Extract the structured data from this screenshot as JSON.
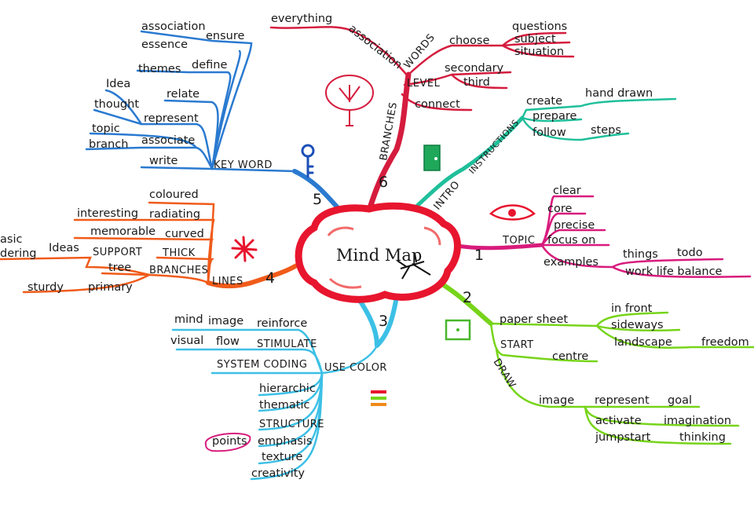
{
  "center": {
    "title": "Mind Map"
  },
  "colors": {
    "center": "#e8152e",
    "topic": "#d81b7c",
    "draw": "#77d41a",
    "color": "#3cc0e6",
    "lines": "#f05b1a",
    "keyword": "#2a7ad0",
    "branches": "#d51c3e",
    "intro": "#1fbf9a",
    "text": "#1a1a1a"
  },
  "branch_intro": {
    "number": "",
    "label": "INTRO",
    "sub": "INSTRUCTIONS",
    "create": "create",
    "hand_drawn": "hand drawn",
    "prepare": "prepare",
    "follow": "follow",
    "steps": "steps"
  },
  "branch_topic": {
    "number": "1",
    "label": "TOPIC",
    "clear": "clear",
    "core": "core",
    "precise": "precise",
    "focus_on": "focus on",
    "examples": "examples",
    "things": "things",
    "todo": "todo",
    "work_life_balance": "work life balance"
  },
  "branch_draw": {
    "number": "2",
    "paper_sheet": "paper sheet",
    "in_front": "in front",
    "sideways": "sideways",
    "landscape": "landscape",
    "freedom": "freedom",
    "start": "START",
    "centre": "centre",
    "draw": "DRAW",
    "image": "image",
    "represent": "represent",
    "goal": "goal",
    "activate": "activate",
    "imagination": "imagination",
    "jumpstart": "jumpstart",
    "thinking": "thinking"
  },
  "branch_color": {
    "number": "3",
    "use_color": "USE COLOR",
    "mind": "mind",
    "image": "image",
    "reinforce": "reinforce",
    "visual": "visual",
    "flow": "flow",
    "stimulate": "STIMULATE",
    "system_coding": "SYSTEM CODING",
    "hierarchic": "hierarchic",
    "thematic": "thematic",
    "structure": "STRUCTURE",
    "points": "points",
    "emphasis": "emphasis",
    "texture": "texture",
    "creativity": "creativity"
  },
  "branch_lines": {
    "number": "4",
    "lines": "LINES",
    "coloured": "coloured",
    "interesting": "interesting",
    "radiating": "radiating",
    "memorable": "memorable",
    "curved": "curved",
    "thick": "THICK",
    "branches": "BRANCHES",
    "tree": "tree",
    "support": "SUPPORT",
    "ideas": "Ideas",
    "basic": "asic",
    "ordering": "dering",
    "primary": "primary",
    "sturdy": "sturdy"
  },
  "branch_keyword": {
    "number": "5",
    "key_word": "KEY WORD",
    "write": "write",
    "associate": "associate",
    "topic": "topic",
    "branch": "branch",
    "represent": "represent",
    "thought": "thought",
    "idea": "Idea",
    "relate": "relate",
    "define": "define",
    "themes": "themes",
    "essence": "essence",
    "ensure": "ensure",
    "association": "association"
  },
  "branch_branches": {
    "number": "6",
    "branches": "BRANCHES",
    "association": "association",
    "everything": "everything",
    "words": "WORDS",
    "choose": "choose",
    "questions": "questions",
    "subject": "subject",
    "situation": "situation",
    "level": "LEVEL",
    "secondary": "secondary",
    "third": "third",
    "connect": "connect"
  }
}
